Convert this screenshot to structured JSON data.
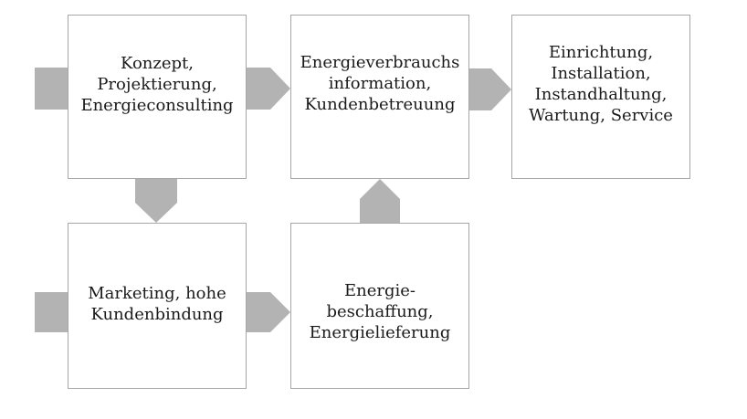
{
  "diagram": {
    "arrow_color": "#b3b3b3",
    "border_color": "#a6a6a6",
    "boxes": {
      "konzept": {
        "label": "Konzept,\nProjektierung,\nEnergieconsulting"
      },
      "energieinfo": {
        "label": "Energieverbrauchs\ninformation,\nKundenbetreuung"
      },
      "einrichtung": {
        "label": "Einrichtung,\nInstallation,\nInstandhaltung,\nWartung, Service"
      },
      "marketing": {
        "label": "Marketing, hohe\nKundenbindung"
      },
      "beschaffung": {
        "label": "Energie-\nbeschaffung,\nEnergielieferung"
      }
    }
  }
}
